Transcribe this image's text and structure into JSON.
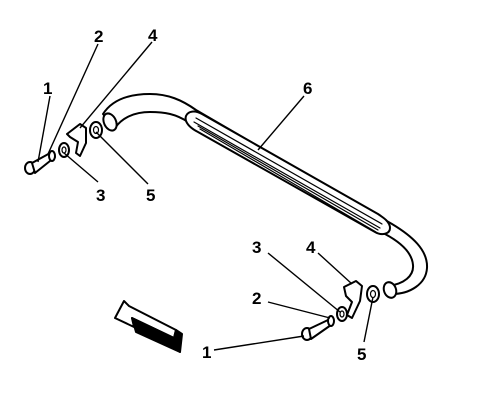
{
  "callouts": {
    "left_1": "1",
    "left_2": "2",
    "left_3": "3",
    "left_4": "4",
    "left_5": "5",
    "right_1": "1",
    "right_2": "2",
    "right_3": "3",
    "right_4": "4",
    "right_5": "5",
    "bar_6": "6"
  }
}
